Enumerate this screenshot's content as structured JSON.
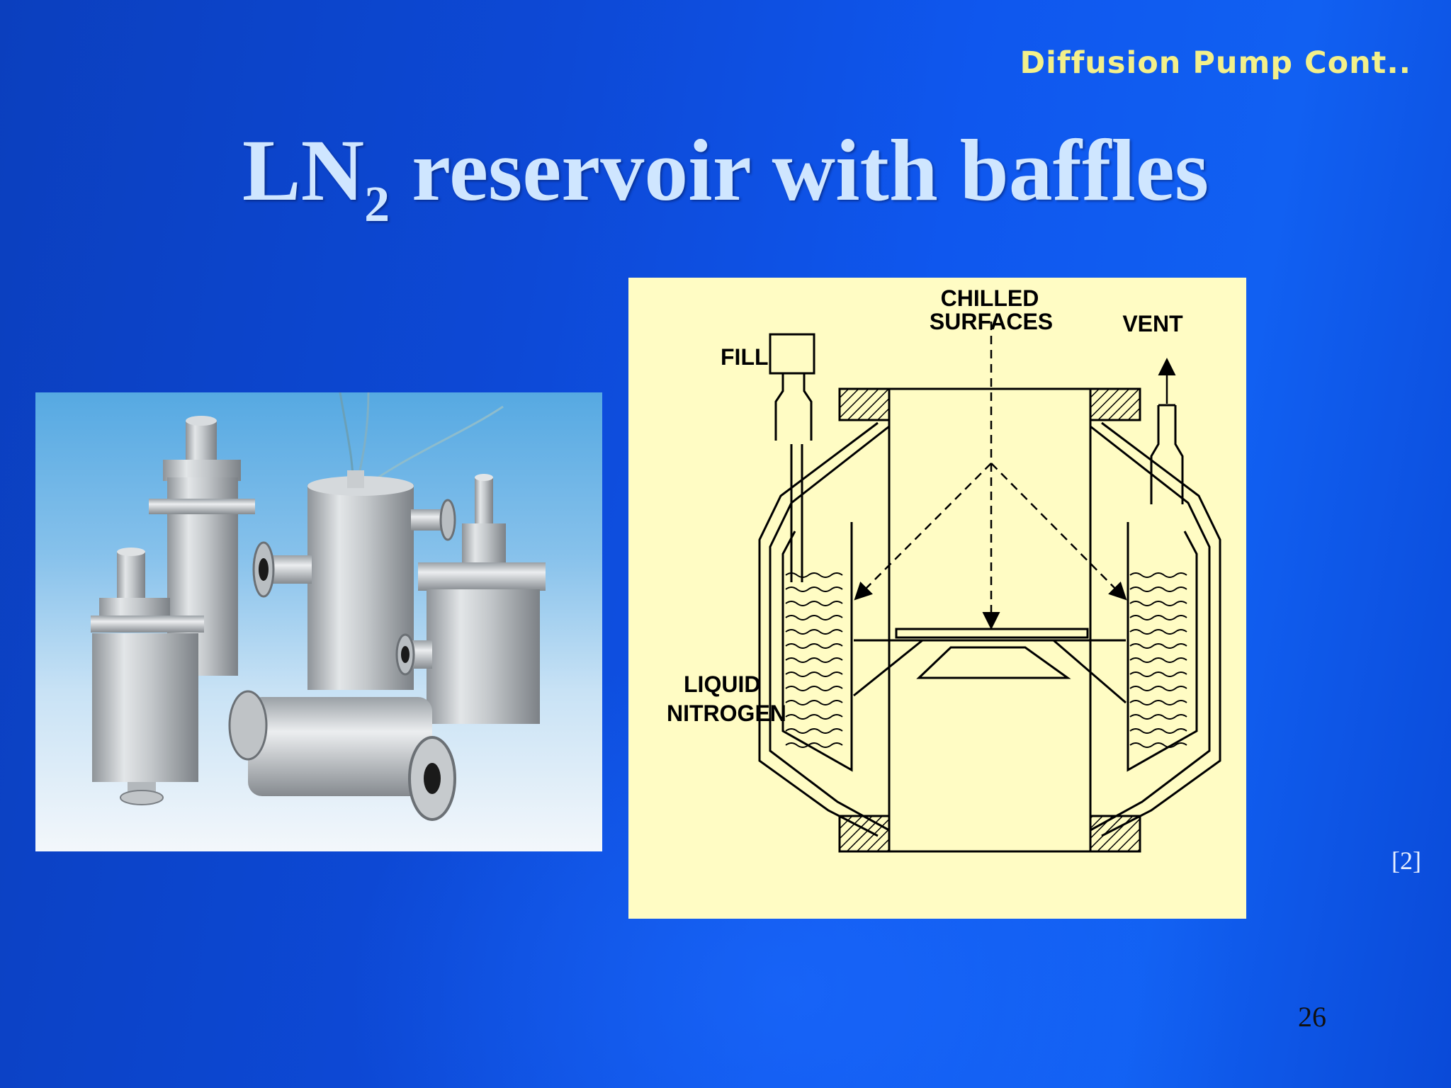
{
  "section_title": "Diffusion Pump Cont..",
  "title": {
    "main_prefix": "LN",
    "subscript": "2",
    "main_suffix": " reservoir with baffles"
  },
  "diagram": {
    "labels": {
      "chilled_line1": "CHILLED",
      "chilled_line2": "SURFACES",
      "vent": "VENT",
      "fill": "FILL",
      "liquid": "LIQUID",
      "nitrogen": "NITROGEN"
    }
  },
  "citation": "[2]",
  "page_number": "26",
  "colors": {
    "title": "#cfe6ff",
    "section_title": "#f3f08a",
    "diagram_background": "#fffcc4",
    "background": "#0f57ee"
  }
}
